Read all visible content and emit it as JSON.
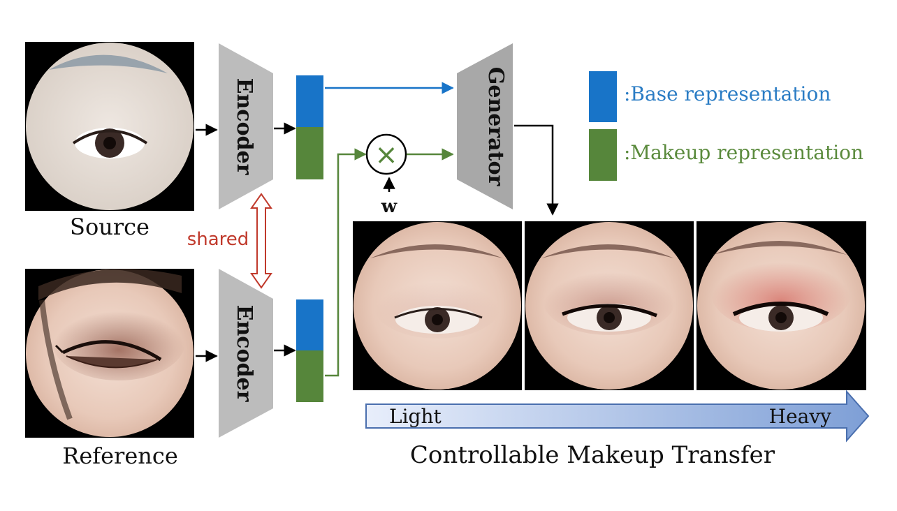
{
  "labels": {
    "source": "Source",
    "reference": "Reference",
    "shared": "shared",
    "encoder_top": "Encoder",
    "encoder_bottom": "Encoder",
    "generator": "Generator",
    "weight": "w",
    "multiply_symbol": "×",
    "light": "Light",
    "heavy": "Heavy",
    "caption": "Controllable Makeup Transfer"
  },
  "legend": {
    "base": ":Base representation",
    "makeup": ":Makeup representation"
  },
  "colors": {
    "base_blue": "#1874c8",
    "makeup_green": "#56863b",
    "shared_red": "#c0392b",
    "encoder_gray": "#bcbcbc",
    "generator_gray": "#a8a8a8",
    "base_text": "#2a7cc4",
    "makeup_text": "#5a8a3c"
  },
  "images": {
    "source": "source-eye",
    "reference": "reference-eye",
    "outputs": [
      "output-eye-light",
      "output-eye-medium",
      "output-eye-heavy"
    ]
  }
}
